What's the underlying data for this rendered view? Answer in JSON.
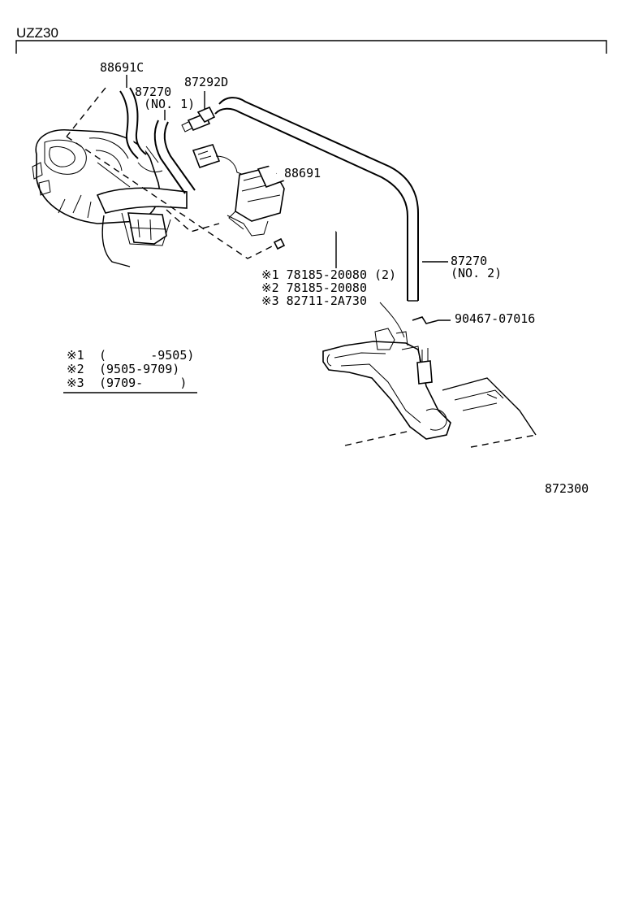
{
  "header": {
    "model": "UZZ30"
  },
  "labels": {
    "p88691c": "88691C",
    "p87270_no1": "87270",
    "p87270_no1_sub": "(NO. 1)",
    "p87292d": "87292D",
    "p88691": "88691",
    "p87270_no2": "87270",
    "p87270_no2_sub": "(NO. 2)",
    "p90467": "90467-07016",
    "ref1": "※1  78185-20080 (2)",
    "ref2": "※2  78185-20080",
    "ref3": "※3  82711-2A730"
  },
  "legend": [
    {
      "mark": "※1",
      "range": "(      -9505)"
    },
    {
      "mark": "※2",
      "range": "(9505-9709)"
    },
    {
      "mark": "※3",
      "range": "(9709-     )"
    }
  ],
  "footer": {
    "figure_no": "872300"
  }
}
